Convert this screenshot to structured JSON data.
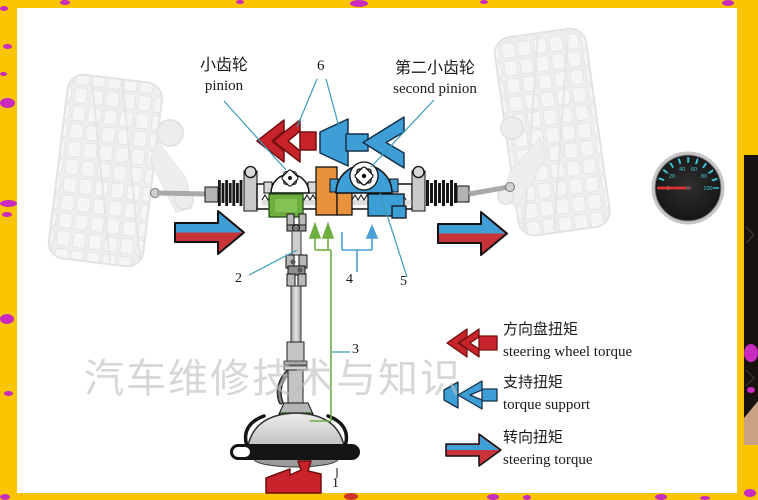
{
  "labels": {
    "pinion_zh": "小齿轮",
    "pinion_en": "pinion",
    "second_pinion_zh": "第二小齿轮",
    "second_pinion_en": "second pinion"
  },
  "callouts": {
    "n1": "1",
    "n2": "2",
    "n3": "3",
    "n4": "4",
    "n5": "5",
    "n6": "6"
  },
  "legend": {
    "items": [
      {
        "zh": "方向盘扭矩",
        "en": "steering wheel torque",
        "icon": "red-double-arrow-left"
      },
      {
        "zh": "支持扭矩",
        "en": "torque support",
        "icon": "blue-arrow-left"
      },
      {
        "zh": "转向扭矩",
        "en": "steering torque",
        "icon": "blue-red-arrow-right"
      }
    ]
  },
  "watermark": {
    "text": "汽车维修技术与知识"
  },
  "gauge": {
    "labels": [
      "0",
      "20",
      "40",
      "60",
      "80",
      "100"
    ]
  },
  "colors": {
    "frame_yellow": "#f9c400",
    "speckle_magenta": "#c92bc0",
    "torque_red": "#c8232a",
    "torque_blue": "#3d9fd6",
    "sensor_green": "#6fae3e",
    "coupler_orange": "#e8923c",
    "leader_cyan": "#3a9cb8",
    "gauge_tick": "#3ecbdc",
    "needle_red": "#e23333",
    "watermark_gray": "#bdbdbd"
  }
}
